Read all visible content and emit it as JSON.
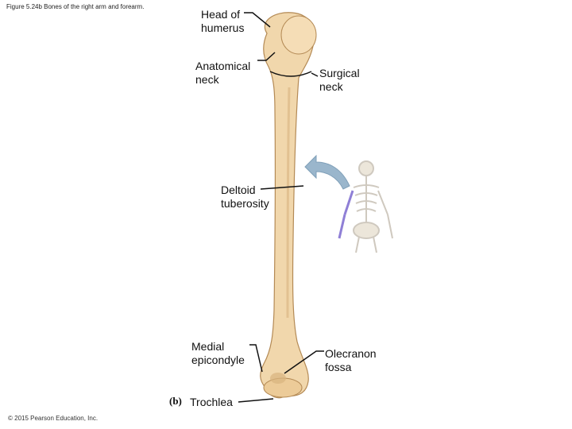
{
  "caption": "Figure 5.24b Bones of the right arm and forearm.",
  "copyright": "© 2015 Pearson Education, Inc.",
  "panel_letter": "(b)",
  "labels": {
    "head_of_humerus": {
      "line1": "Head of",
      "line2": "humerus"
    },
    "anatomical_neck": {
      "line1": "Anatomical",
      "line2": "neck"
    },
    "surgical_neck": {
      "line1": "Surgical",
      "line2": "neck"
    },
    "deltoid_tuberosity": {
      "line1": "Deltoid",
      "line2": "tuberosity"
    },
    "medial_epicondyle": {
      "line1": "Medial",
      "line2": "epicondyle"
    },
    "olecranon_fossa": {
      "line1": "Olecranon",
      "line2": "fossa"
    },
    "trochlea": "Trochlea"
  },
  "colors": {
    "bone_fill": "#f1d7ac",
    "bone_shade": "#d9b37f",
    "bone_outline": "#b48a55",
    "leader_line": "#111111",
    "arrow": "#9ab6cc",
    "highlight_arm": "#8f7fd6"
  }
}
